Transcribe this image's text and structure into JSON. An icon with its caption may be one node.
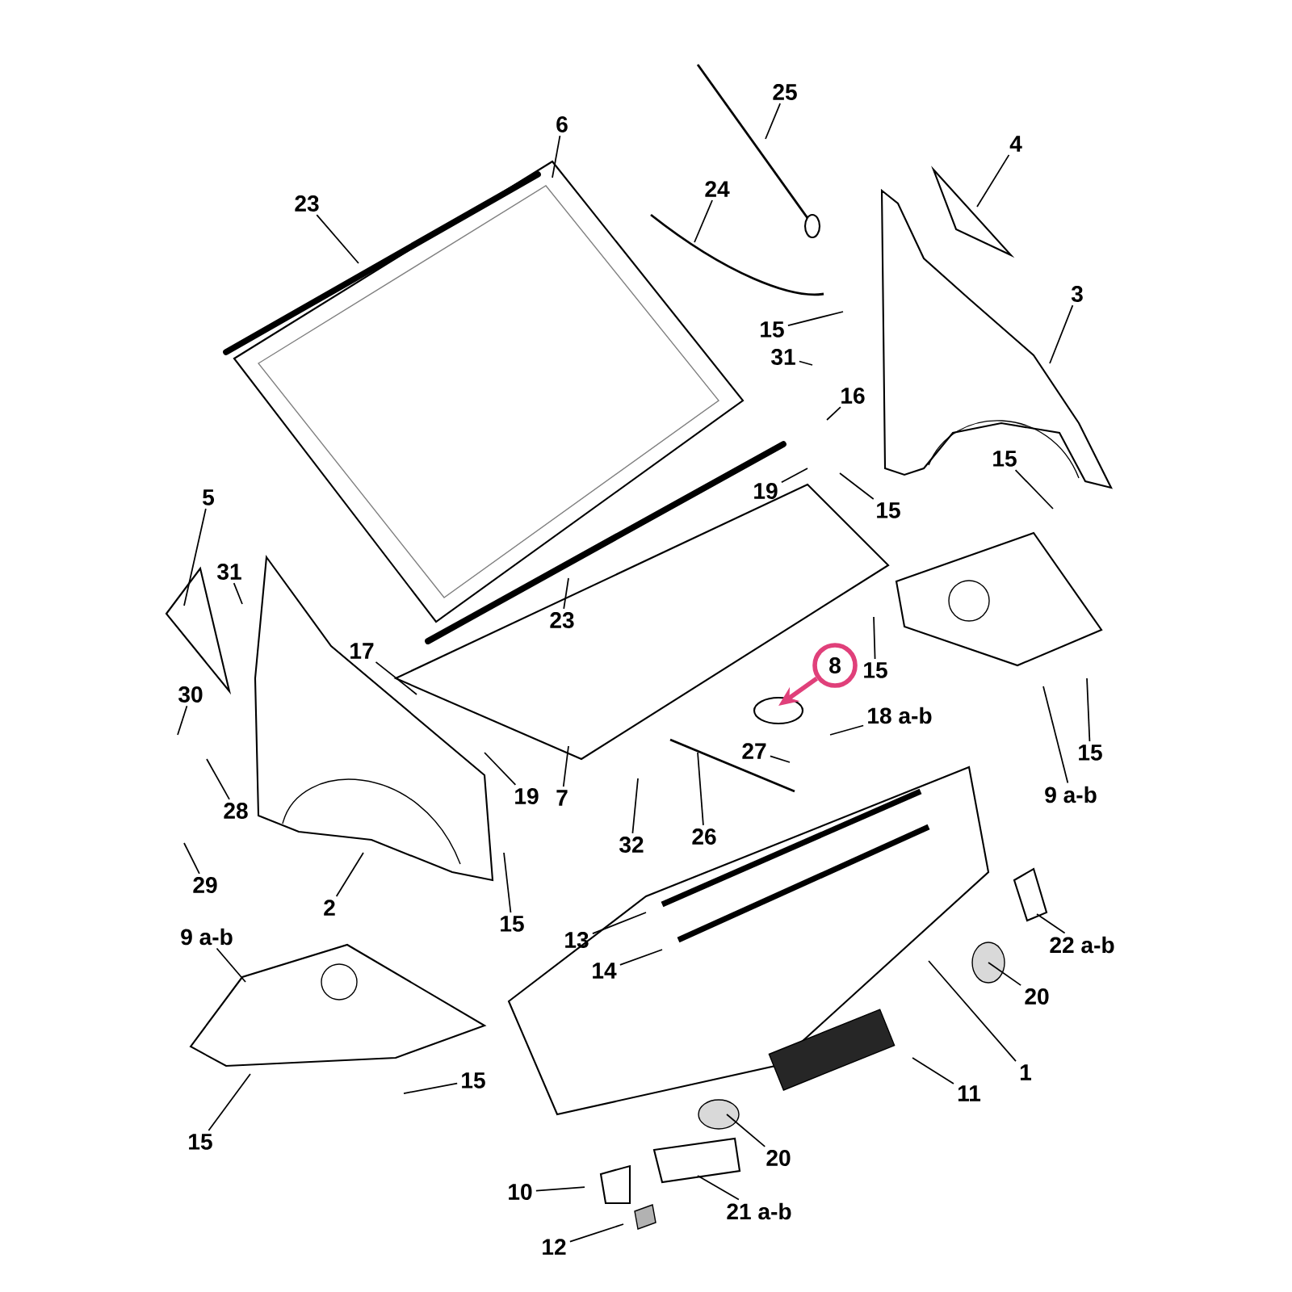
{
  "diagram": {
    "nodes": [
      {
        "text": [
          "6"
        ]
      },
      {
        "text": [
          "23"
        ]
      },
      {
        "text": [
          "25"
        ]
      },
      {
        "text": [
          "24"
        ]
      },
      {
        "text": [
          "4"
        ]
      },
      {
        "text": [
          "3"
        ]
      },
      {
        "text": [
          "15"
        ]
      },
      {
        "text": [
          "31"
        ]
      },
      {
        "text": [
          "16"
        ]
      },
      {
        "text": [
          "15"
        ]
      },
      {
        "text": [
          "19"
        ]
      },
      {
        "text": [
          "15"
        ]
      },
      {
        "text": [
          "5"
        ]
      },
      {
        "text": [
          "31"
        ]
      },
      {
        "text": [
          "23"
        ]
      },
      {
        "text": [
          "15"
        ]
      },
      {
        "text": [
          "8"
        ]
      },
      {
        "text": [
          "17"
        ]
      },
      {
        "text": [
          "30"
        ]
      },
      {
        "text": [
          "28"
        ]
      },
      {
        "text": [
          "18 a-b"
        ]
      },
      {
        "text": [
          "27"
        ]
      },
      {
        "text": [
          "19"
        ]
      },
      {
        "text": [
          "7"
        ]
      },
      {
        "text": [
          "32"
        ]
      },
      {
        "text": [
          "26"
        ]
      },
      {
        "text": [
          "29"
        ]
      },
      {
        "text": [
          "9 a-b"
        ]
      },
      {
        "text": [
          "15"
        ]
      },
      {
        "text": [
          "2"
        ]
      },
      {
        "text": [
          "15"
        ]
      },
      {
        "text": [
          "13"
        ]
      },
      {
        "text": [
          "14"
        ]
      },
      {
        "text": [
          "22 a-b"
        ]
      },
      {
        "text": [
          "9 a-b"
        ]
      },
      {
        "text": [
          "20"
        ]
      },
      {
        "text": [
          "1"
        ]
      },
      {
        "text": [
          "15"
        ]
      },
      {
        "text": [
          "11"
        ]
      },
      {
        "text": [
          "15"
        ]
      },
      {
        "text": [
          "20"
        ]
      },
      {
        "text": [
          "10"
        ]
      },
      {
        "text": [
          "21 a-b"
        ]
      },
      {
        "text": [
          "12"
        ]
      }
    ],
    "edges": [
      {
        "from": 0,
        "to": null,
        "arrow": "none"
      },
      {
        "from": 1,
        "to": null,
        "arrow": "none"
      },
      {
        "from": 2,
        "to": null,
        "arrow": "none"
      },
      {
        "from": 3,
        "to": null,
        "arrow": "none"
      },
      {
        "from": 4,
        "to": null,
        "arrow": "none"
      },
      {
        "from": 5,
        "to": null,
        "arrow": "none"
      },
      {
        "from": 6,
        "to": null,
        "arrow": "none"
      },
      {
        "from": 7,
        "to": null,
        "arrow": "none"
      },
      {
        "from": 8,
        "to": null,
        "arrow": "none"
      },
      {
        "from": 9,
        "to": null,
        "arrow": "none"
      },
      {
        "from": 10,
        "to": null,
        "arrow": "none"
      },
      {
        "from": 11,
        "to": null,
        "arrow": "none"
      },
      {
        "from": 12,
        "to": null,
        "arrow": "none"
      },
      {
        "from": 13,
        "to": null,
        "arrow": "none"
      },
      {
        "from": 14,
        "to": null,
        "arrow": "none"
      },
      {
        "from": 15,
        "to": null,
        "arrow": "none"
      },
      {
        "from": 16,
        "to": null,
        "arrow": "to",
        "style": "thick",
        "color": "#e0407a"
      },
      {
        "from": 17,
        "to": null,
        "arrow": "none"
      },
      {
        "from": 18,
        "to": null,
        "arrow": "none"
      },
      {
        "from": 19,
        "to": null,
        "arrow": "none"
      },
      {
        "from": 20,
        "to": null,
        "arrow": "none"
      },
      {
        "from": 21,
        "to": null,
        "arrow": "none"
      },
      {
        "from": 22,
        "to": null,
        "arrow": "none"
      },
      {
        "from": 23,
        "to": null,
        "arrow": "none"
      },
      {
        "from": 24,
        "to": null,
        "arrow": "none"
      },
      {
        "from": 25,
        "to": null,
        "arrow": "none"
      },
      {
        "from": 26,
        "to": null,
        "arrow": "none"
      },
      {
        "from": 27,
        "to": null,
        "arrow": "none"
      },
      {
        "from": 28,
        "to": null,
        "arrow": "none"
      },
      {
        "from": 29,
        "to": null,
        "arrow": "none"
      },
      {
        "from": 30,
        "to": null,
        "arrow": "none"
      },
      {
        "from": 31,
        "to": null,
        "arrow": "none"
      },
      {
        "from": 32,
        "to": null,
        "arrow": "none"
      },
      {
        "from": 33,
        "to": null,
        "arrow": "none"
      },
      {
        "from": 34,
        "to": null,
        "arrow": "none"
      },
      {
        "from": 35,
        "to": null,
        "arrow": "none"
      },
      {
        "from": 36,
        "to": null,
        "arrow": "none"
      },
      {
        "from": 37,
        "to": null,
        "arrow": "none"
      },
      {
        "from": 38,
        "to": null,
        "arrow": "none"
      },
      {
        "from": 39,
        "to": null,
        "arrow": "none"
      },
      {
        "from": 40,
        "to": null,
        "arrow": "none"
      },
      {
        "from": 41,
        "to": null,
        "arrow": "none"
      },
      {
        "from": 42,
        "to": null,
        "arrow": "none"
      },
      {
        "from": 43,
        "to": null,
        "arrow": "none"
      }
    ]
  }
}
